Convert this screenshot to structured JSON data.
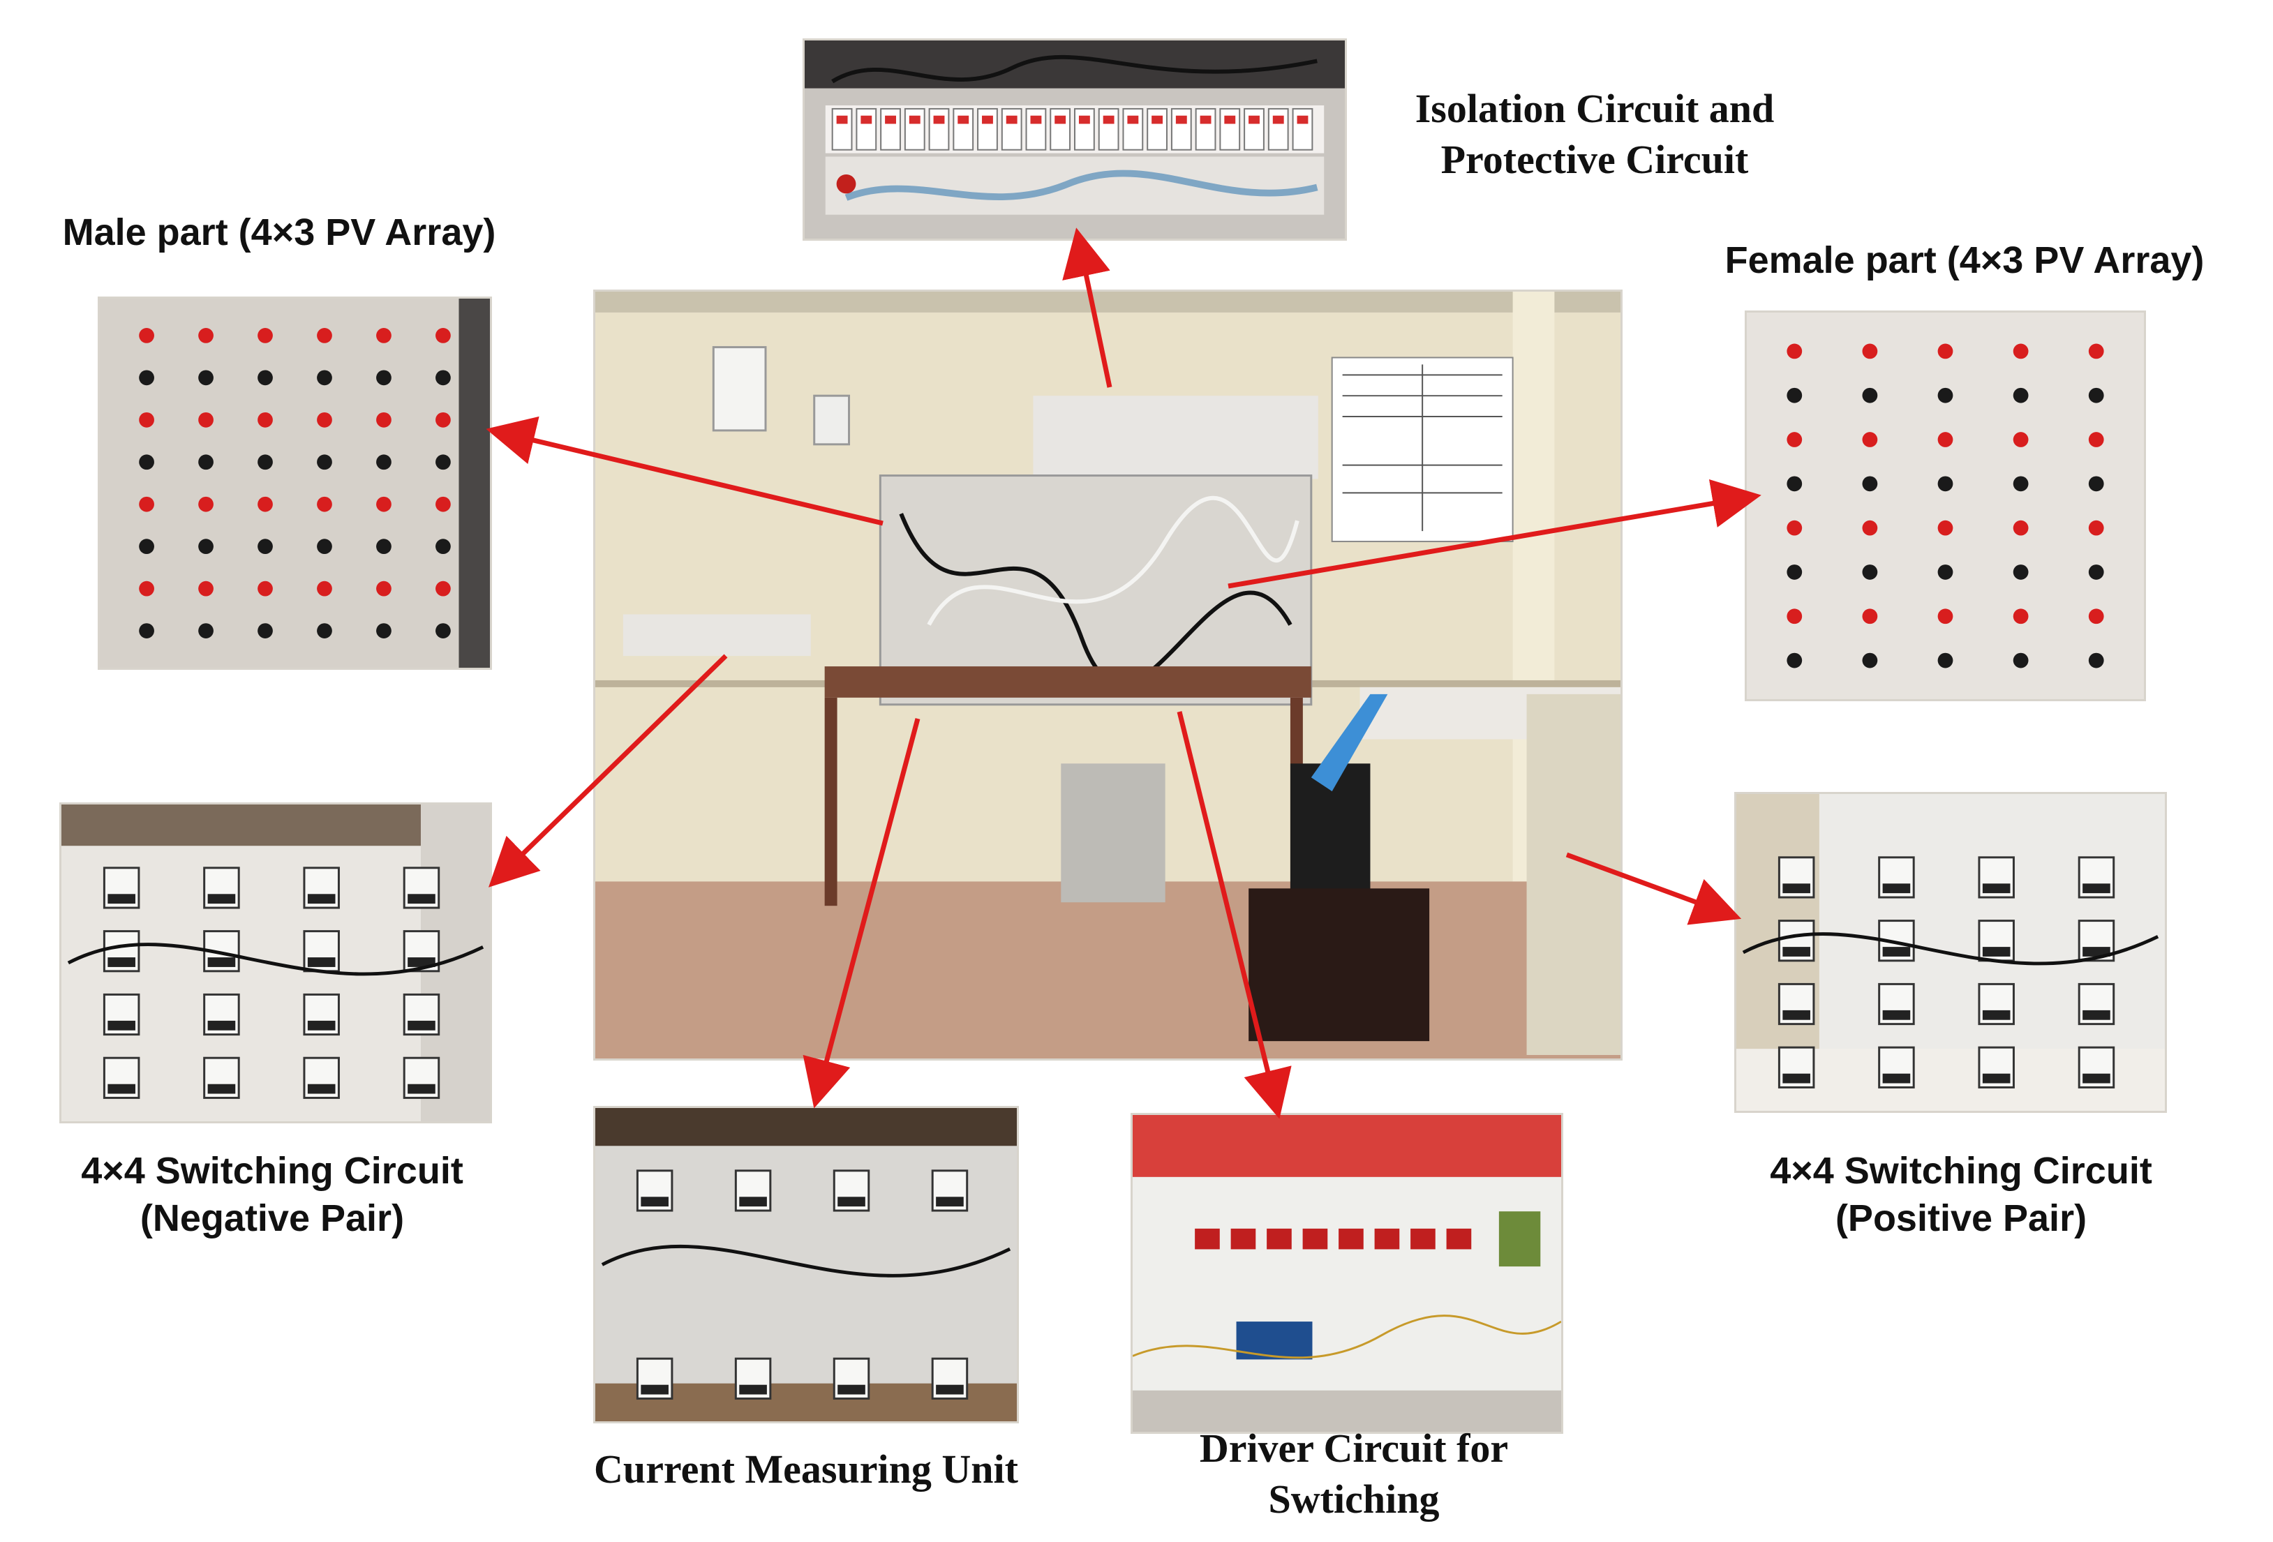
{
  "labels": {
    "isolation_line1": "Isolation Circuit and",
    "isolation_line2": "Protective Circuit",
    "male_part": "Male part (4×3 PV Array)",
    "female_part": "Female part (4×3 PV Array)",
    "neg_line1": "4×4 Switching Circuit",
    "neg_line2": "(Negative Pair)",
    "pos_line1": "4×4 Switching Circuit",
    "pos_line2": "(Positive Pair)",
    "current_unit": "Current Measuring Unit",
    "driver_line1": "Driver Circuit for",
    "driver_line2": "Swtiching"
  },
  "colors": {
    "arrow": "#e01b1b",
    "terminal_red": "#d81e1e",
    "terminal_black": "#1a1a1a"
  },
  "icons": [
    "arrow-head-icon"
  ]
}
